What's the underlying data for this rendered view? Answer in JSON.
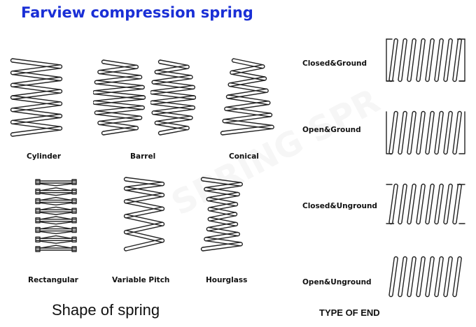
{
  "title": "Farview compression spring",
  "watermark_text": "SPRING SPR",
  "shape_section_label": "Shape of spring",
  "end_section_label": "TYPE OF END",
  "shapes": [
    {
      "id": "cylinder",
      "label": "Cylinder"
    },
    {
      "id": "barrel",
      "label": "Barrel"
    },
    {
      "id": "conical",
      "label": "Conical"
    },
    {
      "id": "rectangular",
      "label": "Rectangular"
    },
    {
      "id": "variable-pitch",
      "label": "Variable Pitch"
    },
    {
      "id": "hourglass",
      "label": "Hourglass"
    }
  ],
  "end_types": [
    {
      "id": "closed-ground",
      "label": "Closed&Ground"
    },
    {
      "id": "open-ground",
      "label": "Open&Ground"
    },
    {
      "id": "closed-unground",
      "label": "Closed&Unground"
    },
    {
      "id": "open-unground",
      "label": "Open&Unground"
    }
  ],
  "colors": {
    "title": "#1a2fd6",
    "ink": "#222222",
    "rect_wire": "#555555"
  }
}
